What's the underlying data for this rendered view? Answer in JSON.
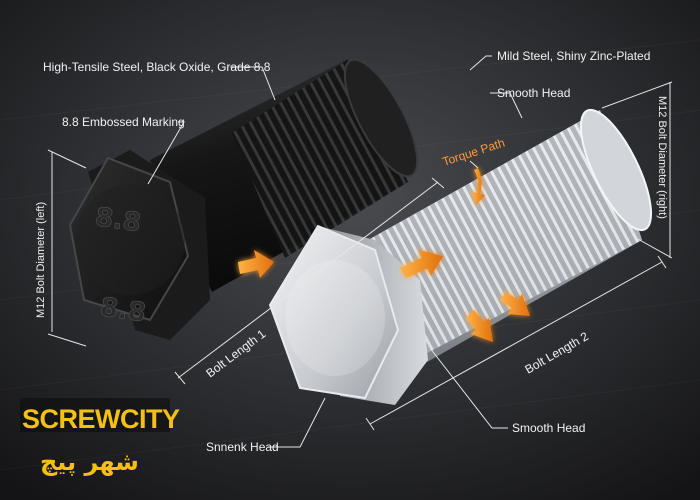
{
  "labels": {
    "black_material": "High-Tensile Steel, Black Oxide, Grade 8.8",
    "embossed": "8.8 Embossed Marking",
    "left_diameter": "M12 Bolt Diameter (left)",
    "bolt_length_1": "Bolt Length 1",
    "silver_material": "Mild Steel, Shiny Zinc-Plated",
    "smooth_head_top": "Smooth Head",
    "torque_path": "Torque Path",
    "right_diameter": "M12 Bolt Diameter (right)",
    "bolt_length_2": "Bolt Length 2",
    "smooth_head_bottom": "Smooth Head",
    "snnenk_head": "Snnenk Head"
  },
  "head_marking": {
    "top": "8.8",
    "bottom": "8.8"
  },
  "logo": {
    "text": "SCREWCITY",
    "subtext": "شهر پیچ"
  },
  "colors": {
    "background": "#1c1c1e",
    "black_bolt": "#1a1a1a",
    "silver_bolt": "#c9ccd0",
    "arrow_orange": "#f28b1e",
    "logo_yellow": "#f6c10e",
    "label_text": "#f2f2f2"
  }
}
